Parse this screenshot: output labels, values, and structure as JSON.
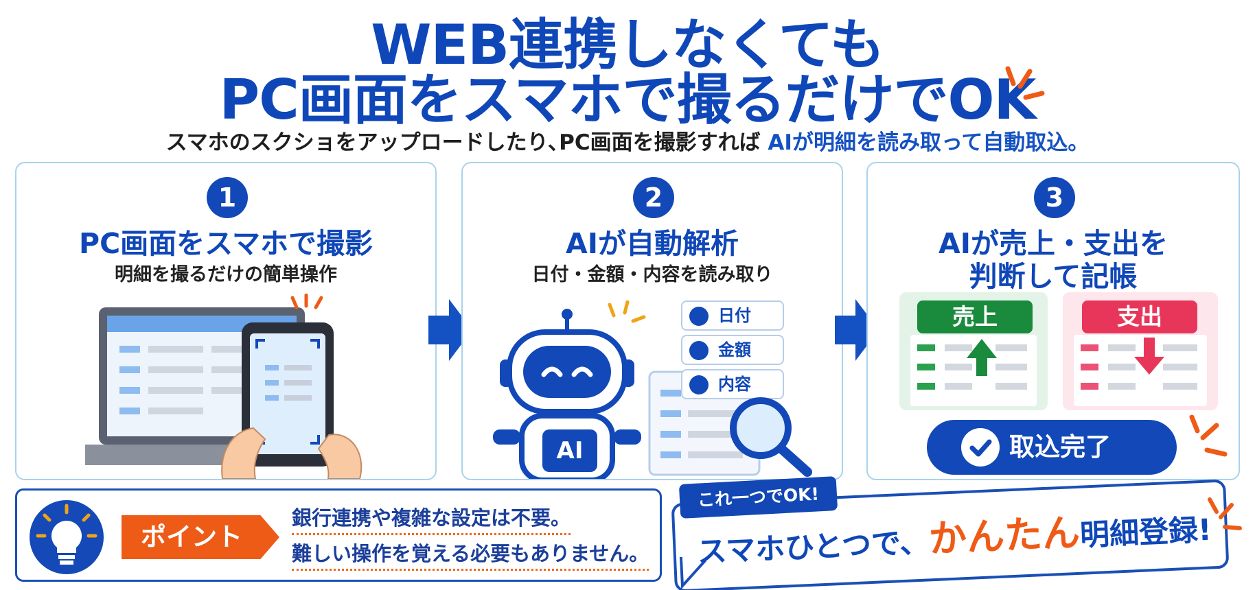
{
  "header": {
    "title_line1": "WEB連携しなくても",
    "title_line2": "PC画面をスマホで撮るだけでOK",
    "subtitle_main": "スマホのスクショをアップロードしたり､PC画面を撮影すれば",
    "subtitle_highlight": "AIが明細を読み取って自動取込。"
  },
  "steps": [
    {
      "number": "1",
      "title": "PC画面をスマホで撮影",
      "subtitle": "明細を撮るだけの簡単操作"
    },
    {
      "number": "2",
      "title": "AIが自動解析",
      "subtitle": "日付・金額・内容を読み取り"
    },
    {
      "number": "3",
      "title_line1": "AIが売上・支出を",
      "title_line2": "判断して記帳"
    }
  ],
  "step2": {
    "robot_badge": "AI",
    "chips": [
      "日付",
      "金額",
      "内容"
    ]
  },
  "step3": {
    "sales_label": "売上",
    "expense_label": "支出",
    "done_button": "取込完了"
  },
  "point": {
    "tag": "ポイント",
    "line1": "銀行連携や複雑な設定は不要。",
    "line2": "難しい操作を覚える必要もありません。"
  },
  "bubble": {
    "tag": "これ一つでOK!",
    "text_before": "スマホひとつで、",
    "text_accent": "かんたん",
    "text_after": "明細登録!"
  },
  "colors": {
    "primary_blue": "#1248b8",
    "accent_orange": "#ee5b17",
    "sales_green": "#1a8a3c",
    "expense_red": "#e8365a"
  }
}
